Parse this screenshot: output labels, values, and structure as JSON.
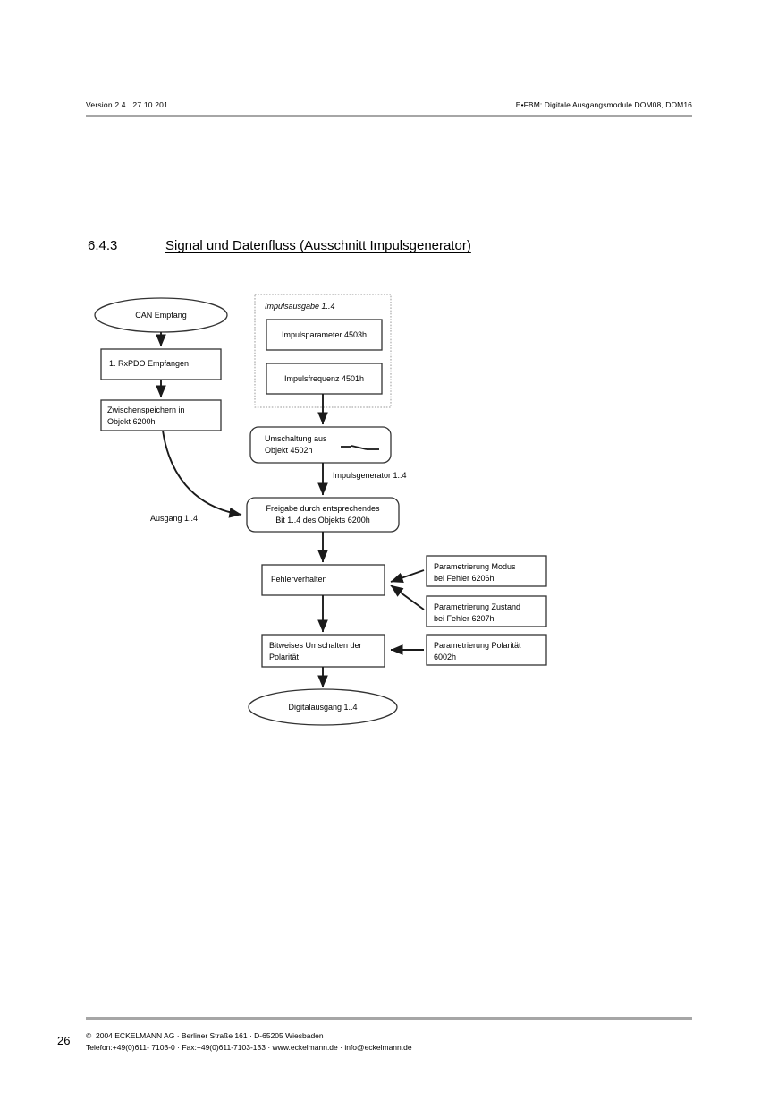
{
  "header": {
    "left": "Version 2.4   27.10.201",
    "right": "E•FBM: Digitale Ausgangsmodule DOM08, DOM16"
  },
  "heading": {
    "number": "6.4.3",
    "title": "Signal und Datenfluss (Ausschnitt Impulsgenerator)"
  },
  "diagram": {
    "nodes": {
      "can_empfang": "CAN Empfang",
      "rxpdo": "1. RxPDO Empfangen",
      "zwischenspeichern": "Zwischenspeichern in\nObjekt 6200h",
      "impulsausgabe_group": "Impulsausgabe 1..4",
      "impulsparameter": "Impulsparameter 4503h",
      "impulsfrequenz": "Impulsfrequenz 4501h",
      "umschaltung": "Umschaltung aus\nObjekt 4502h",
      "freigabe": "Freigabe durch entsprechendes\nBit 1..4 des Objekts 6200h",
      "fehlerverhalten": "Fehlerverhalten",
      "bitweises": "Bitweises Umschalten der\nPolarität",
      "param_modus": "Parametrierung Modus\nbei Fehler 6206h",
      "param_zustand": "Parametrierung Zustand\nbei Fehler 6207h",
      "param_polaritaet": "Parametrierung Polarität\n6002h",
      "digitalausgang": "Digitalausgang 1..4"
    },
    "edge_labels": {
      "impulsgenerator": "Impulsgenerator 1..4",
      "ausgang": "Ausgang 1..4"
    },
    "colors": {
      "stroke": "#333333",
      "fill": "#ffffff",
      "dashed_stroke": "#9a9a9a"
    }
  },
  "footer": {
    "page_number": "26",
    "line1": "©  2004 ECKELMANN AG · Berliner Straße 161 · D-65205 Wiesbaden",
    "line2": "Telefon:+49(0)611- 7103-0 · Fax:+49(0)611-7103-133 · www.eckelmann.de · info@eckelmann.de"
  }
}
